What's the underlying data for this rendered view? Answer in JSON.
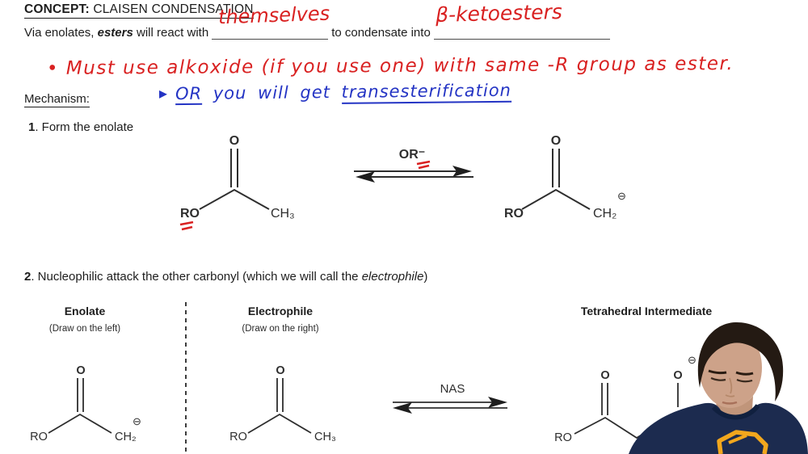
{
  "header": {
    "concept_label": "CONCEPT:",
    "concept_title": " CLAISEN CONDENSATION"
  },
  "intro": {
    "text_start": "Via enolates, ",
    "emph": "esters",
    "text_mid": " will react with",
    "handwritten_blank1": "themselves",
    "text_between": "to condensate into",
    "handwritten_blank2": "β-ketoesters"
  },
  "notes": {
    "red_note": "• Must use alkoxide (if you use one) with same -R group as ester.",
    "blue_pointer": "▶",
    "blue_or": "OR",
    "blue_mid": " you will get ",
    "blue_term": "transesterification"
  },
  "mechanism": {
    "heading": "Mechanism:",
    "step1_num": "1",
    "step1_text": ". Form the enolate",
    "step2_num": "2",
    "step2_text": ". Nucleophilic attack the other carbonyl (which we will call the ",
    "step2_italic": "electrophile",
    "step2_close": ")"
  },
  "step1_diagram": {
    "ester": {
      "o_label": "O",
      "ro_label": "RO",
      "ch3_label": "CH₃"
    },
    "equilibrium_label": "OR⁻",
    "enolate": {
      "o_label": "O",
      "ro_label": "RO",
      "ch2_label": "CH₂",
      "charge": "⊖"
    }
  },
  "step2_section": {
    "enolate_title": "Enolate",
    "enolate_sub": "(Draw on the left)",
    "electrophile_title": "Electrophile",
    "electrophile_sub": "(Draw on the right)",
    "tetrahedral_title": "Tetrahedral Intermediate",
    "arrow_label": "NAS",
    "enolate": {
      "o_label": "O",
      "ro_label": "RO",
      "ch2_label": "CH₂",
      "charge": "⊖"
    },
    "electrophile": {
      "o_label": "O",
      "ro_label": "RO",
      "ch3_label": "CH₃"
    },
    "tetrahedral": {
      "o1_label": "O",
      "o2_label": "O",
      "ro_label": "RO",
      "charge": "⊖"
    }
  },
  "colors": {
    "red_ink": "#d92121",
    "blue_ink": "#2434c4",
    "shirt": "#1c2b4f",
    "logo": "#f2a71d",
    "skin": "#cda289"
  }
}
